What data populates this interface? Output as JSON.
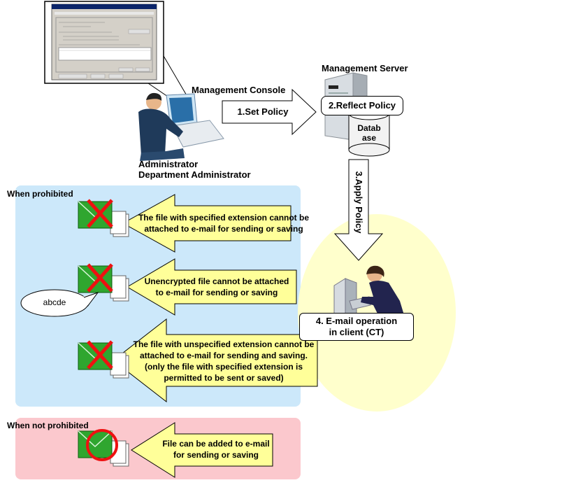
{
  "console": {
    "label": "Management Console",
    "user_line1": "Administrator",
    "user_line2": "Department Administrator"
  },
  "server": {
    "label": "Management Server",
    "step2": "2.Reflect Policy",
    "database_line1": "Datab",
    "database_line2": "ase"
  },
  "steps": {
    "step1": "1.Set Policy",
    "step3": "3.Apply Policy",
    "step4_line1": "4. E-mail operation",
    "step4_line2": "in client (CT)"
  },
  "prohibited": {
    "title": "When prohibited",
    "items": [
      {
        "line1": "The file with specified extension cannot be",
        "line2": "attached to e-mail for sending or saving"
      },
      {
        "line1": "Unencrypted file cannot be attached",
        "line2": "to e-mail for sending or saving"
      },
      {
        "line1": "The file with unspecified extension cannot be",
        "line2": "attached to e-mail for sending and saving.",
        "line3": "(only the file with specified extension is",
        "line4": "permitted to be sent or saved)"
      }
    ],
    "password_callout": "abcde"
  },
  "not_prohibited": {
    "title": "When not prohibited",
    "item": {
      "line1": "File can be added to e-mail",
      "line2": "for sending or saving"
    }
  },
  "colors": {
    "prohibited_panel": "#cce8fa",
    "not_prohibited_panel": "#fbc8cd",
    "arrow_fill": "#ffff99",
    "client_circle": "#ffffcc",
    "envelope_green": "#33aa33",
    "cross_red": "#ee1111"
  }
}
